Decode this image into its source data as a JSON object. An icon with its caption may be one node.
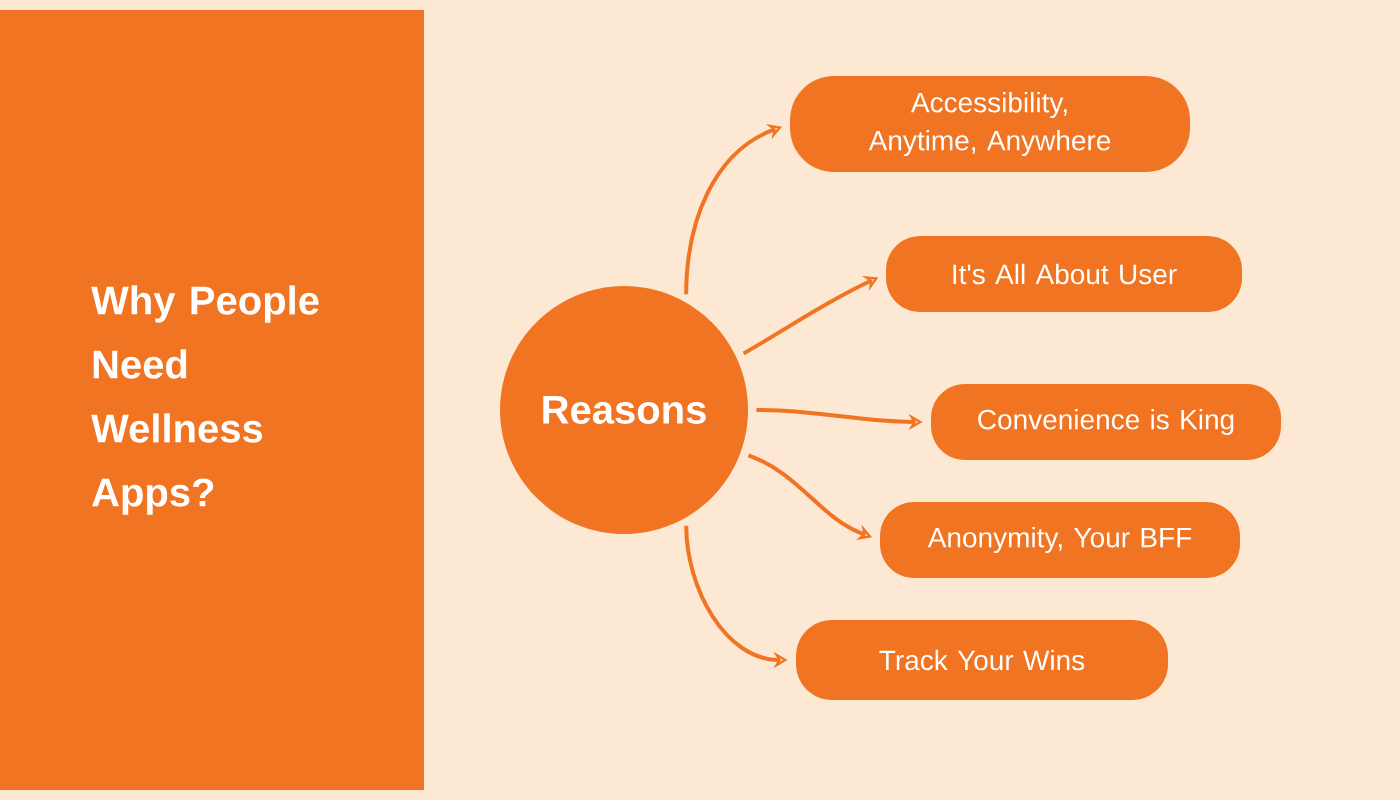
{
  "diagram": {
    "nodes": [
      {
        "text": [
          "Why People Need Wellness Apps?"
        ]
      },
      {
        "text": [
          "Reasons"
        ]
      },
      {
        "text": [
          "Accessibility, Anytime, Anywhere"
        ]
      },
      {
        "text": [
          "It's All About User"
        ]
      },
      {
        "text": [
          "Convenience is King"
        ]
      },
      {
        "text": [
          "Anonymity, Your BFF"
        ]
      },
      {
        "text": [
          "Track Your Wins"
        ]
      }
    ],
    "edges": [
      {
        "from": 1,
        "to": 2,
        "arrow": "to"
      },
      {
        "from": 1,
        "to": 3,
        "arrow": "to"
      },
      {
        "from": 1,
        "to": 4,
        "arrow": "to"
      },
      {
        "from": 1,
        "to": 5,
        "arrow": "to"
      },
      {
        "from": 1,
        "to": 6,
        "arrow": "to"
      }
    ]
  }
}
